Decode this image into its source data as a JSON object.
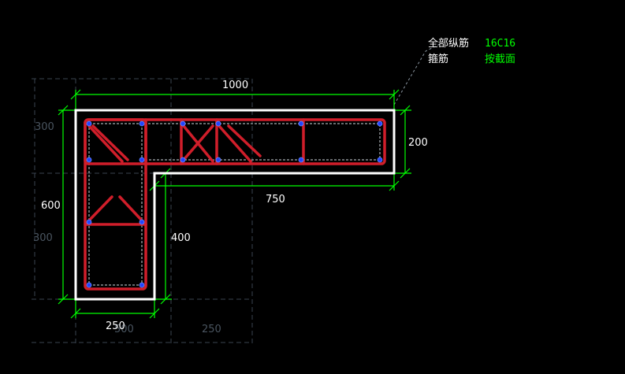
{
  "annotation": {
    "longitudinal_label": "全部纵筋",
    "longitudinal_value": "16C16",
    "stirrup_label": "箍筋",
    "stirrup_value": "按截面"
  },
  "dimensions": {
    "overall_width": "1000",
    "flange_depth": "200",
    "flange_extension": "750",
    "overall_height": "600",
    "web_height": "400",
    "web_width": "250"
  },
  "ghost_dimensions": {
    "left_top": "300",
    "left_bottom": "300",
    "bottom_left": "500",
    "bottom_right": "250"
  },
  "colors": {
    "background": "#000000",
    "outline": "#ffffff",
    "dimension": "#00ff00",
    "rebar": "#d01e2a",
    "rebar_point": "#2244ff",
    "stirrup": "#ffffff",
    "ghost": "#4a5560"
  }
}
